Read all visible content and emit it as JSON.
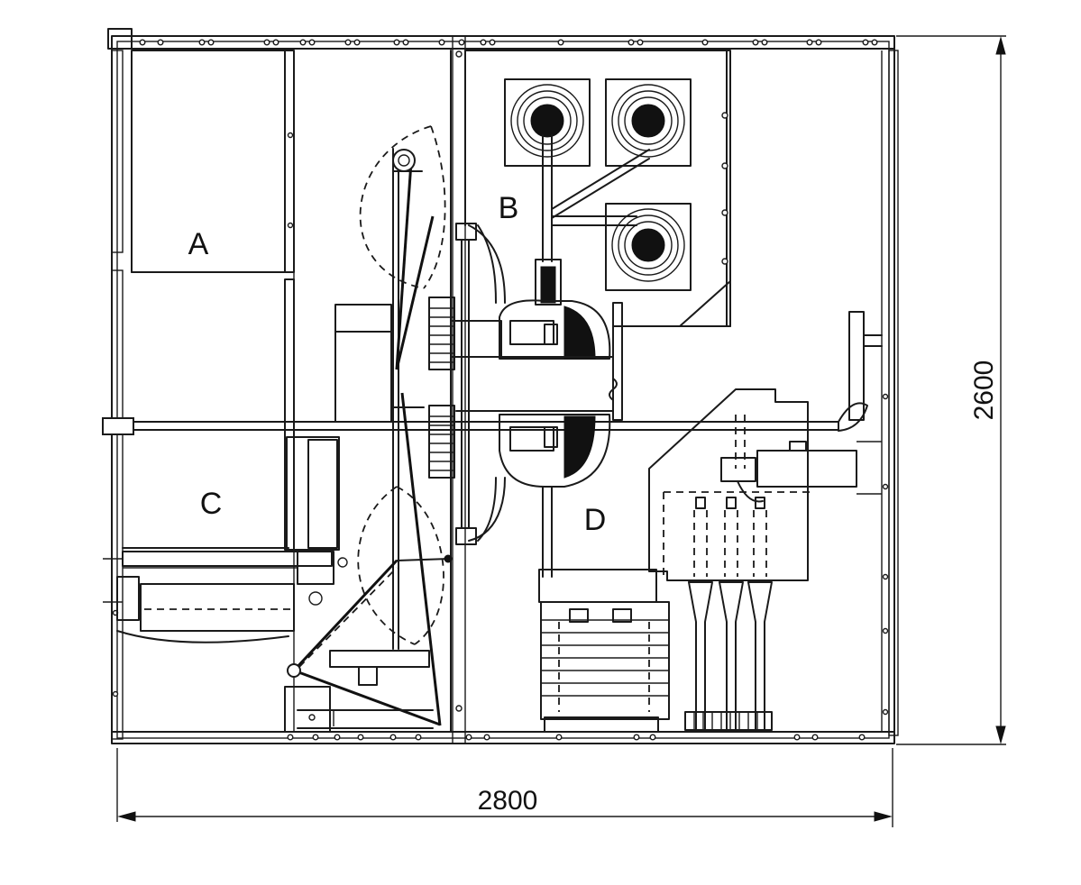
{
  "labels": {
    "compartment_a": "A",
    "compartment_b": "B",
    "compartment_c": "C",
    "compartment_d": "D"
  },
  "dimensions": {
    "width": "2800",
    "height": "2600"
  }
}
